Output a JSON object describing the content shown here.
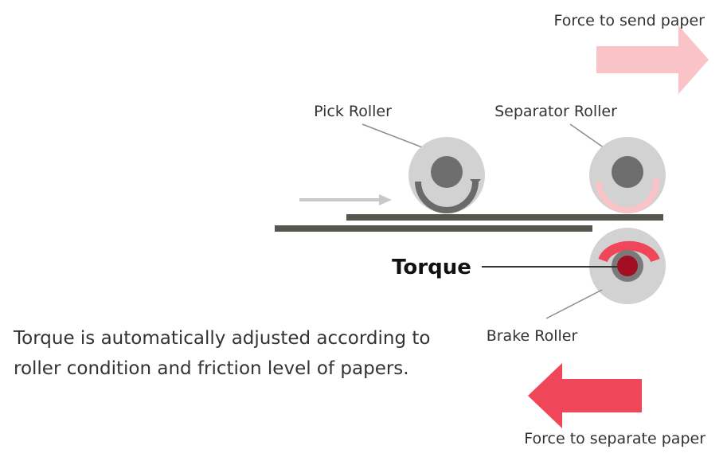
{
  "labels": {
    "force_send": "Force to send paper",
    "pick_roller": "Pick Roller",
    "separator_roller": "Separator Roller",
    "torque": "Torque",
    "brake_roller": "Brake Roller",
    "force_separate": "Force to separate paper"
  },
  "description": {
    "line1": "Torque is automatically adjusted according to",
    "line2": "roller condition and friction level of papers."
  },
  "colors": {
    "send_arrow": "#f9c3c8",
    "separate_arrow": "#f04659",
    "roller_body": "#d2d2d2",
    "roller_hub": "#6e6e6e",
    "brake_hub": "#a10e22",
    "paper": "#55574f",
    "feed_arrow": "#c8c8c8"
  }
}
